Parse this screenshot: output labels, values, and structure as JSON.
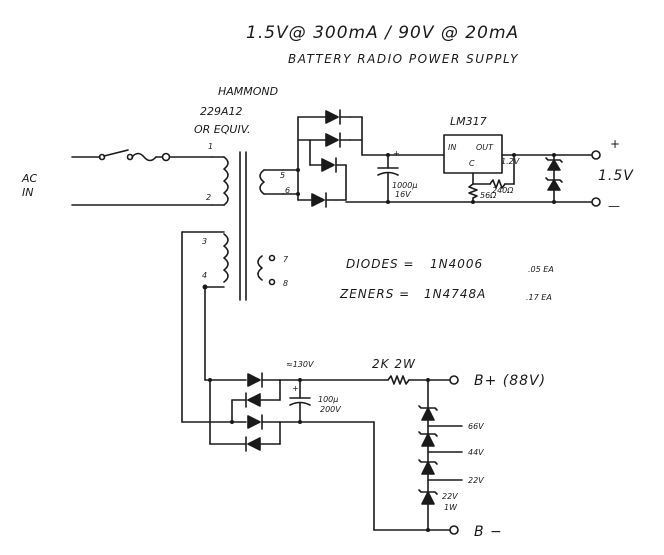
{
  "title": "1.5V@ 300mA / 90V @ 20mA",
  "subtitle": "BATTERY RADIO POWER SUPPLY",
  "transformer": {
    "brand": "HAMMOND",
    "part": "229A12",
    "alt": "OR EQUIV.",
    "pins": [
      "1",
      "2",
      "3",
      "4",
      "5",
      "6",
      "7",
      "8"
    ]
  },
  "input": {
    "line1": "AC",
    "line2": "IN"
  },
  "regulator": {
    "name": "LM317",
    "in": "IN",
    "out": "OUT",
    "adj": "C",
    "vref": "1.2V"
  },
  "low_supply": {
    "cap": "1000µ",
    "cap_v": "16V",
    "r1": "240Ω",
    "r2": "56Ω",
    "plus": "+",
    "minus": "—",
    "voltage": "1.5V"
  },
  "notes": [
    {
      "label": "DIODES =",
      "part": "1N4006",
      "price": ".05 EA"
    },
    {
      "label": "ZENERS =",
      "part": "1N4748A",
      "price": ".17 EA"
    }
  ],
  "high_supply": {
    "node_v": "≈130V",
    "resistor": "2K 2W",
    "cap": "100µ",
    "cap_v": "200V",
    "cap_plus": "+",
    "bplus": "B+ (88V)",
    "bminus": "B −",
    "zeners": [
      "66V",
      "44V",
      "22V",
      "22V"
    ],
    "zener_w": "1W"
  }
}
